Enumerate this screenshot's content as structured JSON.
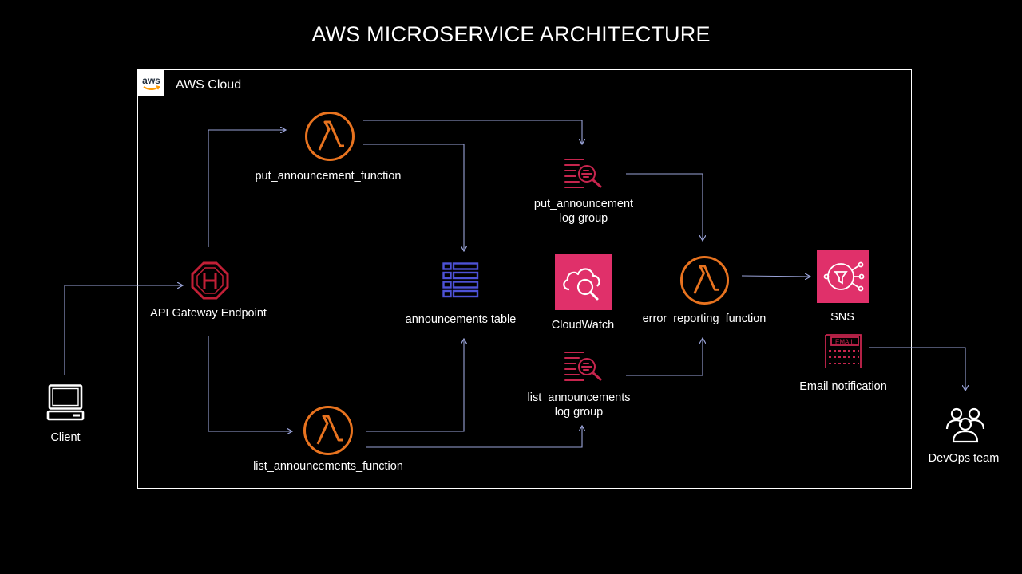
{
  "title": "AWS MICROSERVICE ARCHITECTURE",
  "cloud": {
    "label": "AWS Cloud",
    "logo_text": "aws"
  },
  "nodes": {
    "client": "Client",
    "api_gateway": "API Gateway Endpoint",
    "put_function": "put_announcement_function",
    "list_function": "list_announcements_function",
    "table": "announcements table",
    "cloudwatch": "CloudWatch",
    "put_log_line1": "put_announcement",
    "put_log_line2": "log group",
    "list_log_line1": "list_announcements",
    "list_log_line2": "log group",
    "error_function": "error_reporting_function",
    "sns": "SNS",
    "email": "Email notification",
    "email_icon_text": "EMAIL",
    "devops": "DevOps team"
  },
  "colors": {
    "background": "#000000",
    "lambda": "#e8731f",
    "log_group": "#c7254e",
    "table": "#4d52d6",
    "cloudwatch_bg": "#e0306a",
    "sns_bg": "#e0306a",
    "api_gateway": "#c21f36",
    "arrows": "#9aa3d8"
  }
}
